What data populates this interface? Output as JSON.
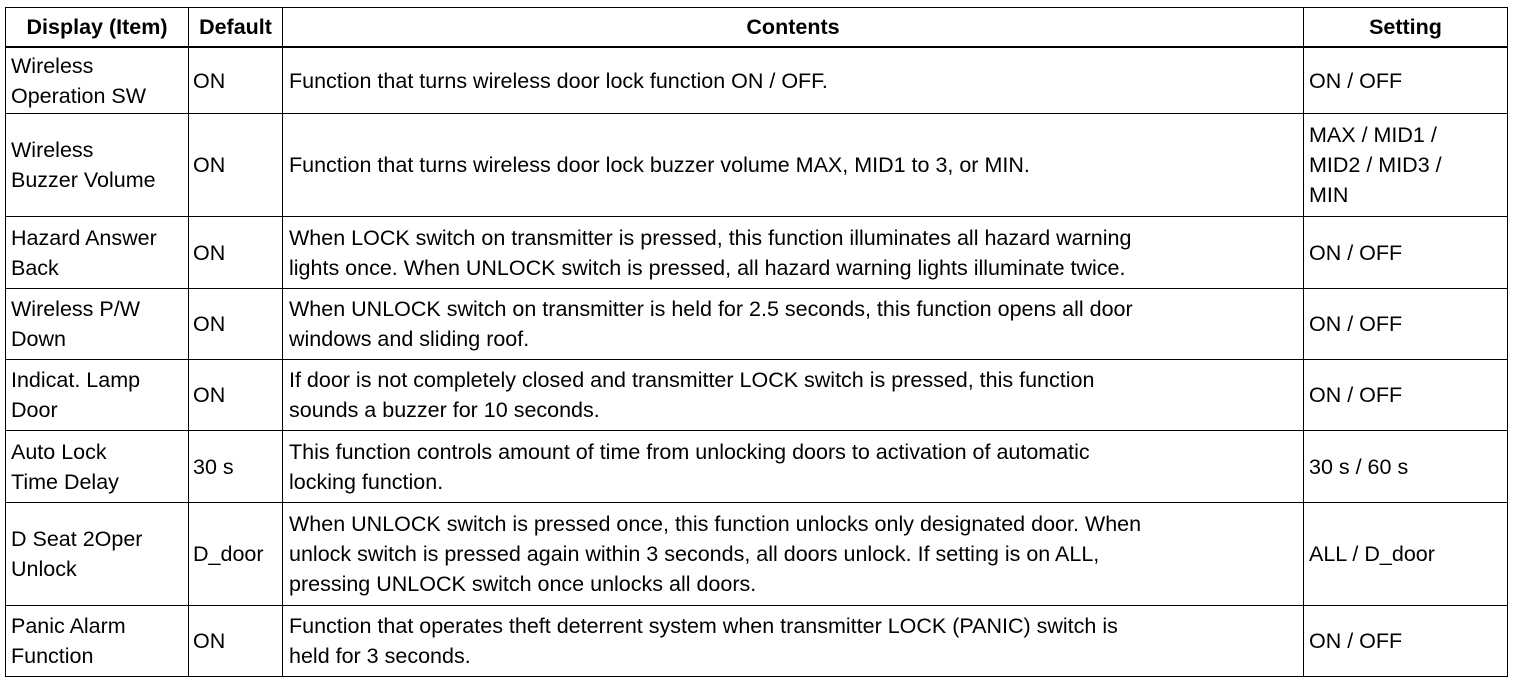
{
  "table": {
    "headers": {
      "item": "Display (Item)",
      "default": "Default",
      "contents": "Contents",
      "setting": "Setting"
    },
    "rows": [
      {
        "item": "Wireless\nOperation SW",
        "default": "ON",
        "contents": "Function that turns wireless door lock function ON / OFF.",
        "setting": "ON / OFF"
      },
      {
        "item": "Wireless\nBuzzer Volume",
        "default": "ON",
        "contents": "Function that turns wireless door lock buzzer volume MAX, MID1 to 3, or MIN.",
        "setting": "MAX / MID1 /\nMID2 / MID3 /\nMIN"
      },
      {
        "item": "Hazard Answer\nBack",
        "default": "ON",
        "contents": "When LOCK switch on transmitter is pressed, this function illuminates all hazard warning\nlights once. When UNLOCK switch is pressed, all hazard warning lights illuminate twice.",
        "setting": "ON / OFF"
      },
      {
        "item": "Wireless P/W\nDown",
        "default": "ON",
        "contents": "When UNLOCK switch on transmitter is held for 2.5 seconds, this function opens all door\nwindows and sliding roof.",
        "setting": "ON / OFF"
      },
      {
        "item": "Indicat. Lamp\nDoor",
        "default": "ON",
        "contents": "If door is not completely closed and transmitter LOCK switch is pressed, this function\nsounds a buzzer for 10 seconds.",
        "setting": "ON / OFF"
      },
      {
        "item": "Auto Lock\nTime Delay",
        "default": "30 s",
        "contents": "This function controls amount of time from unlocking doors to activation of automatic\nlocking function.",
        "setting": "30 s / 60 s"
      },
      {
        "item": "D Seat 2Oper\nUnlock",
        "default": "D_door",
        "contents": "When UNLOCK switch is pressed once, this function unlocks only designated door. When\nunlock switch is pressed again within 3 seconds, all doors unlock. If setting is on ALL,\npressing UNLOCK switch once unlocks all doors.",
        "setting": "ALL / D_door"
      },
      {
        "item": "Panic Alarm\nFunction",
        "default": "ON",
        "contents": "Function that operates theft deterrent system when transmitter LOCK (PANIC) switch is\nheld for 3 seconds.",
        "setting": "ON / OFF"
      }
    ]
  }
}
